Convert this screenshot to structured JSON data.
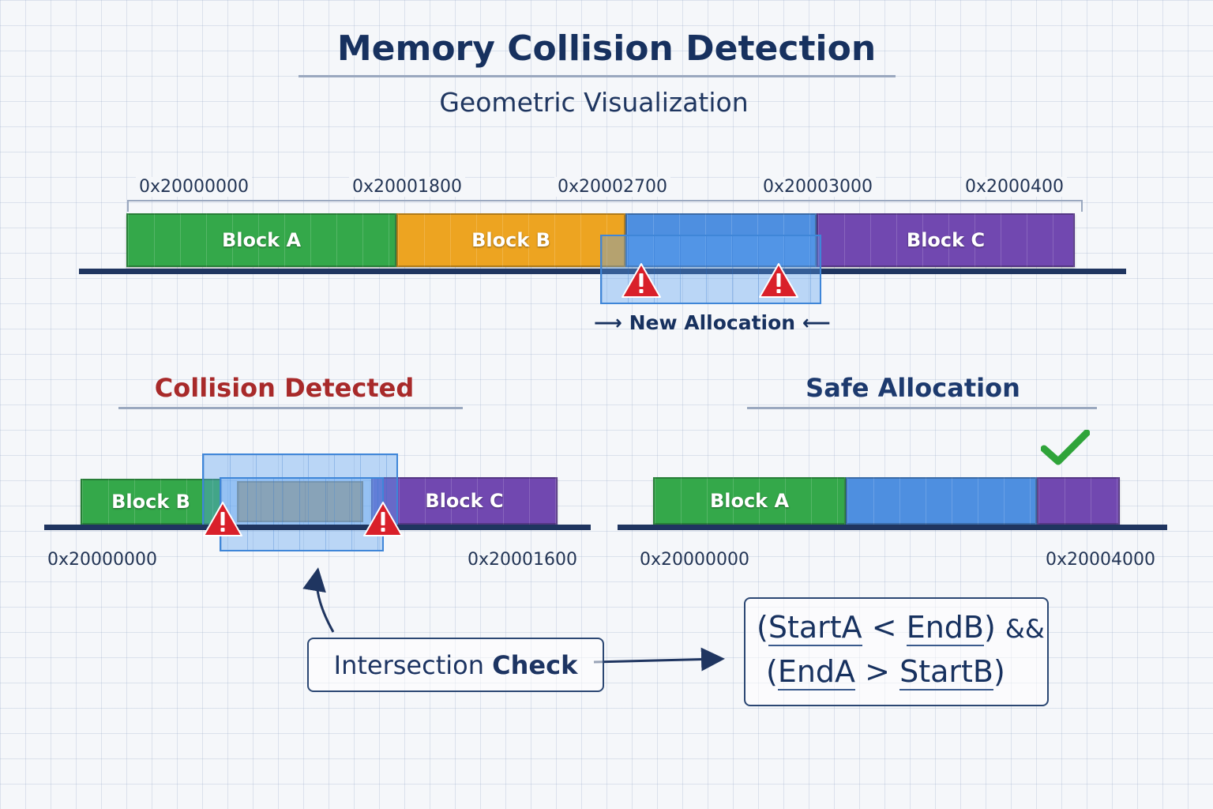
{
  "title": "Memory Collision Detection",
  "subtitle": "Geometric Visualization",
  "top": {
    "address_labels": [
      "0x20000000",
      "0x20001800",
      "0x20002700",
      "0x20003000",
      "0x2000400"
    ],
    "blocks": [
      {
        "label": "Block A",
        "color": "#34a84a"
      },
      {
        "label": "Block B",
        "color": "#eda421"
      },
      {
        "label": "",
        "color": "#4e8fe0"
      },
      {
        "label": "Block C",
        "color": "#7148b0"
      }
    ],
    "new_allocation_label": "New Allocation",
    "arrow_right": "⟶",
    "arrow_left": "⟵"
  },
  "collision": {
    "heading": "Collision Detected",
    "heading_color": "#a82a2a",
    "blocks": [
      {
        "label": "Block B",
        "color": "#34a84a"
      },
      {
        "label": "Block C",
        "color": "#7148b0"
      }
    ],
    "address_start": "0x20000000",
    "address_end": "0x20001600"
  },
  "safe": {
    "heading": "Safe Allocation",
    "heading_color": "#1d3a6e",
    "blocks": [
      {
        "label": "Block A",
        "color": "#34a84a"
      },
      {
        "label": "",
        "color": "#4e8fe0"
      },
      {
        "label": "",
        "color": "#7148b0"
      }
    ],
    "address_start": "0x20000000",
    "address_end": "0x20004000",
    "check_color": "#2fa43a"
  },
  "intersection_check": {
    "label_prefix": "Intersection ",
    "label_bold": "Check"
  },
  "formula": {
    "line1": {
      "open": "(",
      "a": "StartA",
      "op": "<",
      "b": "EndB",
      "close": ")",
      "join": "&&"
    },
    "line2": {
      "open": "(",
      "a": "EndA",
      "op": ">",
      "b": "StartB",
      "close": ")"
    }
  },
  "warning_color": "#d9202a"
}
